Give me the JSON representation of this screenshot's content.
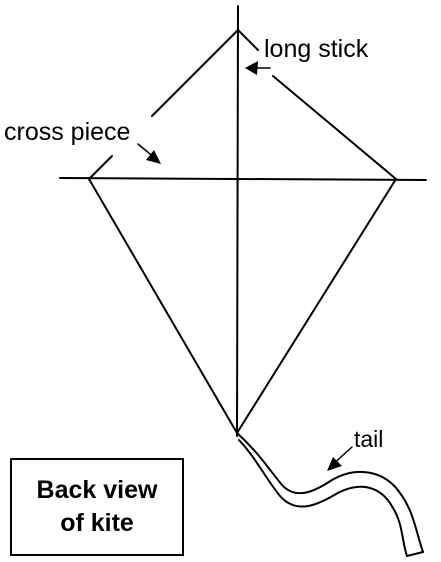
{
  "labels": {
    "long_stick": "long stick",
    "cross_piece": "cross piece",
    "tail": "tail"
  },
  "caption": {
    "line1": "Back view",
    "line2": "of kite"
  }
}
